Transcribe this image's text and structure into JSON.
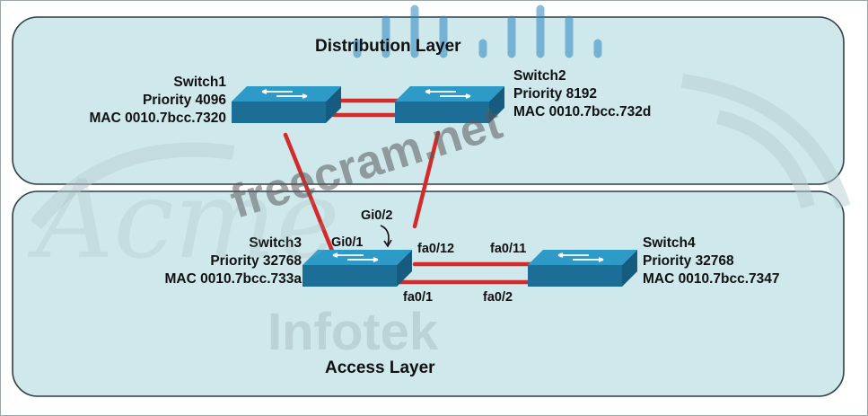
{
  "layers": {
    "distribution": "Distribution Layer",
    "access": "Access Layer"
  },
  "switches": {
    "switch1": {
      "name": "Switch1",
      "priority": "Priority 4096",
      "mac": "MAC 0010.7bcc.7320"
    },
    "switch2": {
      "name": "Switch2",
      "priority": "Priority 8192",
      "mac": "MAC 0010.7bcc.732d"
    },
    "switch3": {
      "name": "Switch3",
      "priority": "Priority 32768",
      "mac": "MAC 0010.7bcc.733a"
    },
    "switch4": {
      "name": "Switch4",
      "priority": "Priority 32768",
      "mac": "MAC 0010.7bcc.7347"
    }
  },
  "ports": {
    "gi0_2": "Gi0/2",
    "gi0_1": "Gi0/1",
    "fa0_12": "fa0/12",
    "fa0_11": "fa0/11",
    "fa0_1": "fa0/1",
    "fa0_2": "fa0/2"
  },
  "watermarks": {
    "site": "freecram.net",
    "brand": "Infotek",
    "script": "Acme"
  },
  "colors": {
    "panel_fill": "#cfe8ec",
    "panel_border": "#2f3f44",
    "link": "#d42a2a",
    "switch_top": "#2e9ac8",
    "switch_side": "#1c6e96",
    "cisco_blue": "#2e86c1"
  }
}
